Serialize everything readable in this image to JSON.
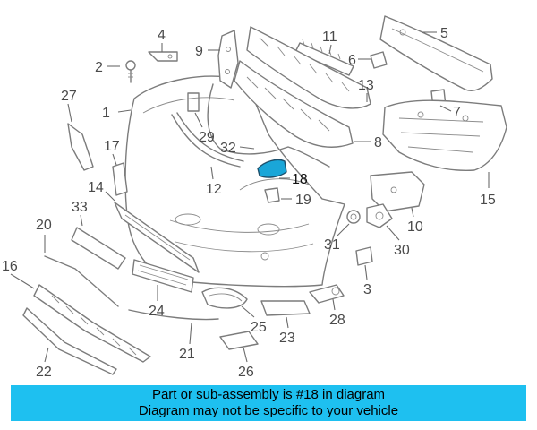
{
  "diagram": {
    "callouts": [
      "1",
      "2",
      "3",
      "4",
      "5",
      "6",
      "7",
      "8",
      "9",
      "10",
      "11",
      "12",
      "13",
      "14",
      "15",
      "16",
      "17",
      "18",
      "19",
      "20",
      "21",
      "22",
      "23",
      "24",
      "25",
      "26",
      "27",
      "28",
      "29",
      "30",
      "31",
      "32",
      "33"
    ],
    "highlighted_part": "18"
  },
  "banner": {
    "line1": "Part or sub-assembly is #18 in diagram",
    "line2": "Diagram may not be specific to your vehicle"
  },
  "colors": {
    "accent": "#1ec0f0",
    "highlight_part": "#1aa6d8",
    "line_art": "#7c7c7c"
  }
}
